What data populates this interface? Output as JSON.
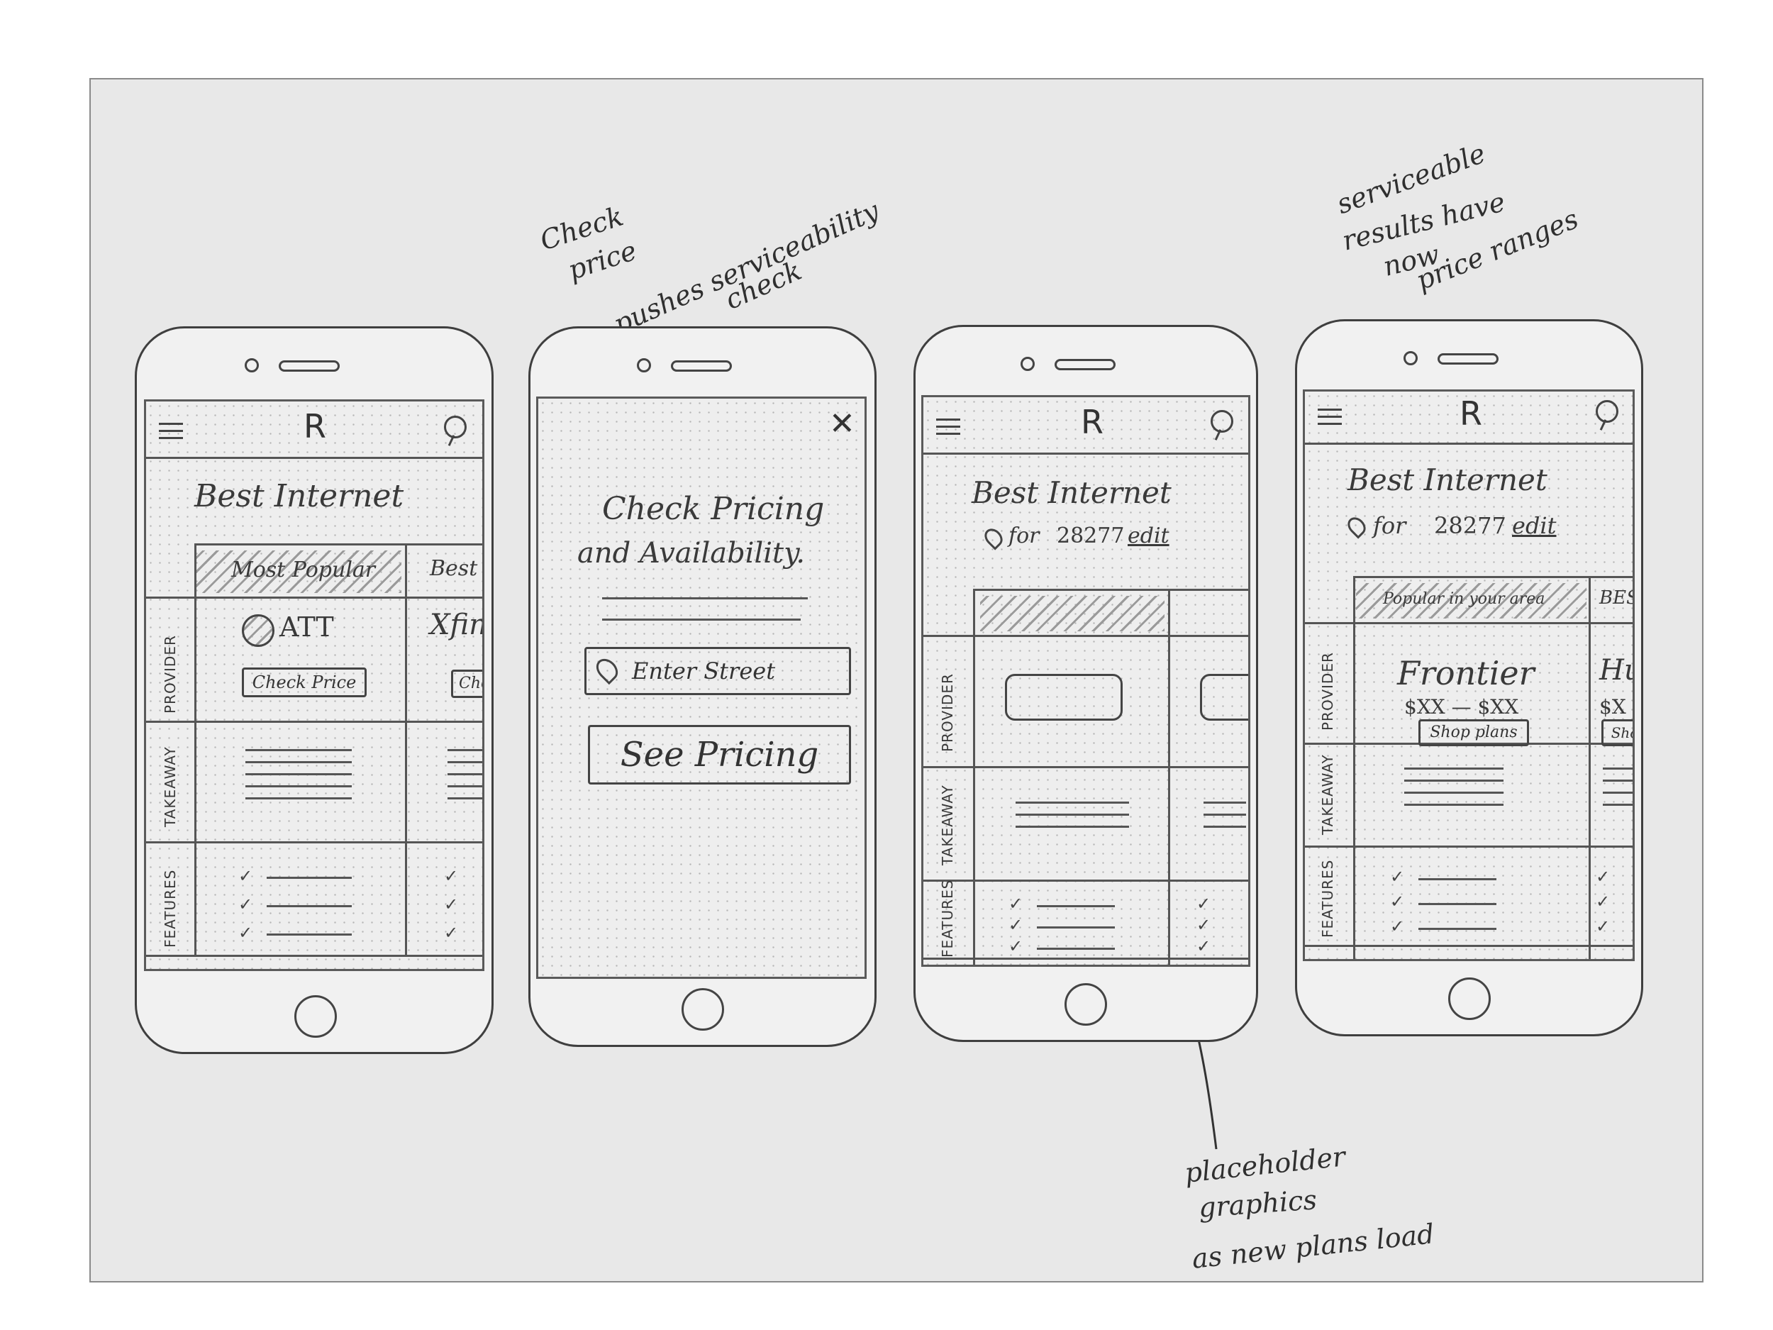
{
  "notes": {
    "phone2": [
      "Check",
      "price",
      "pushes serviceability",
      "check"
    ],
    "phone4": [
      "serviceable",
      "results have",
      "now",
      "price ranges"
    ],
    "placeholder": [
      "placeholder",
      "graphics",
      "as new plans load"
    ]
  },
  "header": {
    "logo": "R"
  },
  "common": {
    "title": "Best Internet",
    "row_provider": "PROVIDER",
    "row_takeaway": "TAKEAWAY",
    "row_features": "FEATURES"
  },
  "phone1": {
    "col1_header": "Most Popular",
    "col2_header": "Best",
    "provider1": "ATT",
    "provider2": "Xfin",
    "button1": "Check Price",
    "button2": "Che"
  },
  "phone2": {
    "close": "✕",
    "title_line1": "Check Pricing",
    "title_line2": "and Availability.",
    "street_placeholder": "Enter Street",
    "see_pricing": "See Pricing"
  },
  "phone3": {
    "location_prefix": "for",
    "zip": "28277",
    "edit": "edit"
  },
  "phone4": {
    "location_prefix": "for",
    "zip": "28277",
    "edit": "edit",
    "col1_header": "Popular in your area",
    "col2_header": "BES",
    "provider1": "Frontier",
    "provider2": "Hu",
    "price1": "$XX — $XX",
    "price2": "$X",
    "button1": "Shop plans",
    "button2": "Sho"
  },
  "icons": [
    "hamburger-icon",
    "logo-r",
    "search-icon",
    "pin-icon",
    "close-icon",
    "check-icon",
    "camera-icon",
    "speaker-icon",
    "home-button-icon"
  ]
}
